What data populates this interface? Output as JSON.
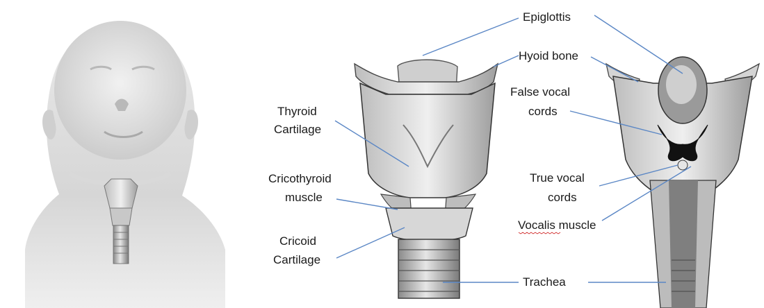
{
  "labels": {
    "epiglottis": "Epiglottis",
    "hyoid_bone": "Hyoid bone",
    "false_vocal_cords_1": "False vocal",
    "false_vocal_cords_2": "cords",
    "thyroid_cartilage_1": "Thyroid",
    "thyroid_cartilage_2": "Cartilage",
    "cricothyroid_muscle_1": "Cricothyroid",
    "cricothyroid_muscle_2": "muscle",
    "true_vocal_cords_1": "True vocal",
    "true_vocal_cords_2": "cords",
    "vocalis_muscle": "Vocalis muscle",
    "cricoid_cartilage_1": "Cricoid",
    "cricoid_cartilage_2": "Cartilage",
    "trachea": "Trachea"
  },
  "colors": {
    "leader_line": "#5b87c5",
    "spellcheck_underline": "#d12a2a"
  }
}
